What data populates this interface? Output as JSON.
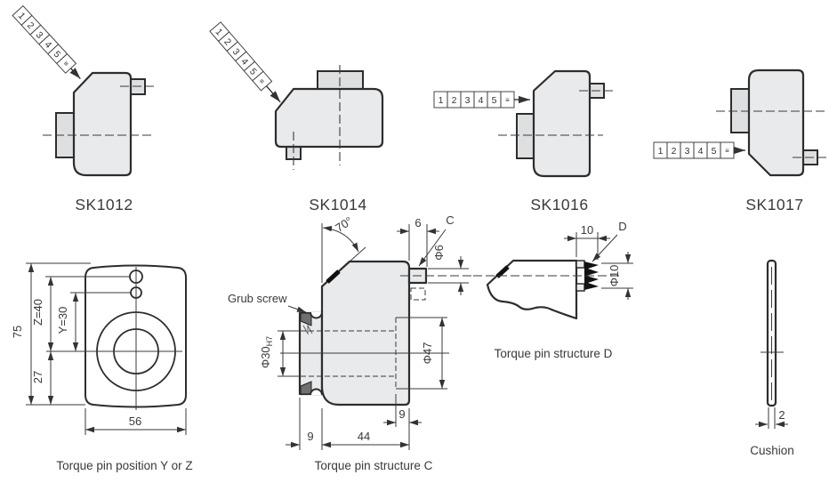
{
  "strip_numbers": [
    "1",
    "2",
    "3",
    "4",
    "5",
    "≡"
  ],
  "parts": {
    "sk1012": "SK1012",
    "sk1014": "SK1014",
    "sk1016": "SK1016",
    "sk1017": "SK1017"
  },
  "position_yz": {
    "caption": "Torque pin position Y or Z",
    "dim_height": "75",
    "dim_z": "Z=40",
    "dim_y": "Y=30",
    "dim_bottom": "27",
    "dim_width": "56"
  },
  "structure_c": {
    "caption": "Torque pin structure C",
    "grub_screw": "Grub screw",
    "angle": "70°",
    "pin_length": "6",
    "section_label": "C",
    "pin_dia": "Φ6",
    "bore_dia": "Φ30",
    "bore_fit": "H7",
    "body_dia": "Φ47",
    "counterbore_depth": "9",
    "body_length": "44",
    "boss_length": "9"
  },
  "structure_d": {
    "caption": "Torque pin structure D",
    "pin_length": "10",
    "section_label": "D",
    "pin_dia": "Φ10"
  },
  "cushion": {
    "caption": "Cushion",
    "thickness": "2"
  },
  "colors": {
    "body_fill": "#e9eaec",
    "line": "#2d2d2d"
  }
}
